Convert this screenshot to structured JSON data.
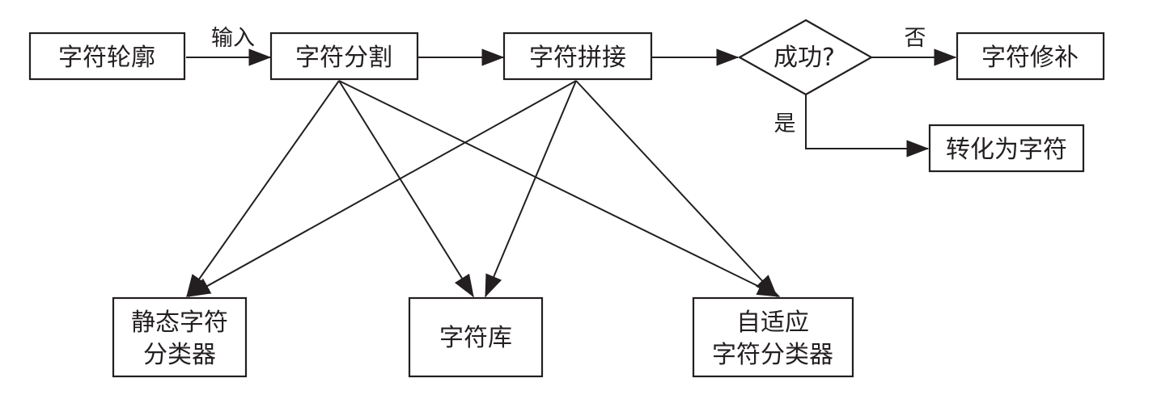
{
  "diagram": {
    "nodes": {
      "contour": {
        "label": "字符轮廓"
      },
      "segment": {
        "label": "字符分割"
      },
      "splice": {
        "label": "字符拼接"
      },
      "success": {
        "label": "成功?"
      },
      "repair": {
        "label": "字符修补"
      },
      "convert": {
        "label": "转化为字符"
      },
      "static_classifier": {
        "line1": "静态字符",
        "line2": "分类器"
      },
      "char_lib": {
        "label": "字符库"
      },
      "adaptive_classifier": {
        "line1": "自适应",
        "line2": "字符分类器"
      }
    },
    "edge_labels": {
      "input": "输入",
      "no": "否",
      "yes": "是"
    },
    "colors": {
      "stroke": "#231f20",
      "fill": "#ffffff"
    }
  }
}
